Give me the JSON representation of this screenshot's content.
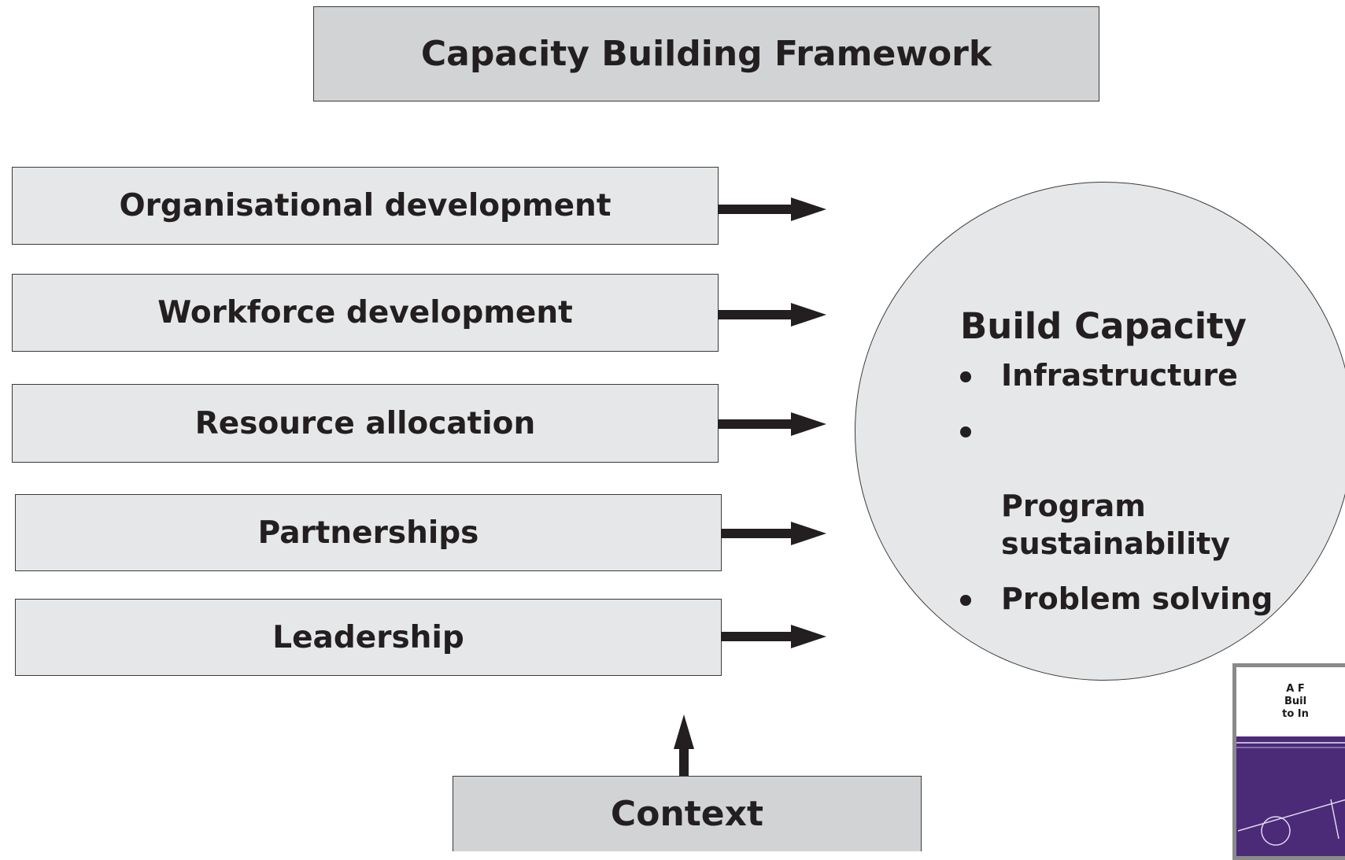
{
  "title": "Capacity Building Framework",
  "factors": [
    "Organisational development",
    "Workforce development",
    "Resource allocation",
    "Partnerships",
    "Leadership"
  ],
  "outcome": {
    "heading": "Build Capacity",
    "items": [
      "Infrastructure",
      "Program\nsustainability",
      "Problem solving"
    ]
  },
  "context": "Context",
  "cover": {
    "title_lines": [
      "A F",
      "Buil",
      "to In"
    ],
    "accent_color": "#4b2a78"
  },
  "colors": {
    "box_fill": "#e6e7e8",
    "title_fill": "#d1d3d4",
    "stroke": "#231f20"
  }
}
